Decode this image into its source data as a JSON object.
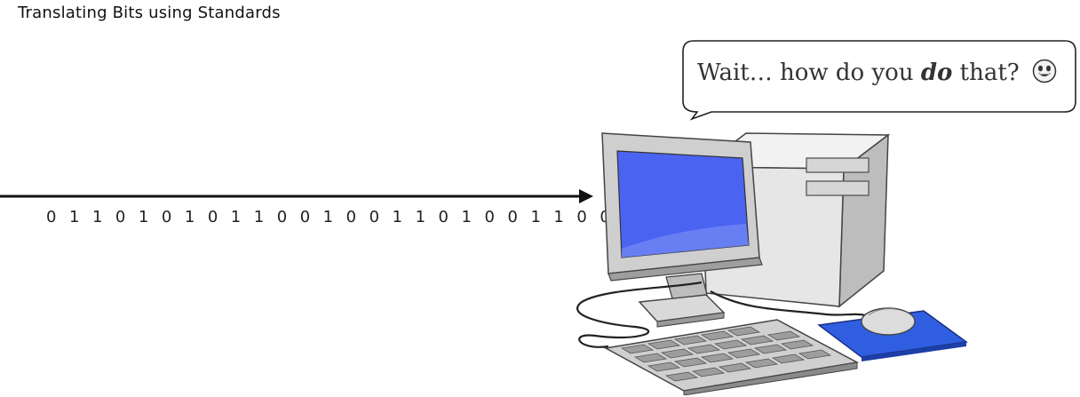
{
  "title": "Translating Bits using Standards",
  "bits": "0 1 1 0 1 0 1 0 1 1 0 0 1 0 0 1 1 0 1 0 0 1 1 0 0 1 0 1",
  "speech": {
    "before": "Wait… how do you ",
    "emphasis": "do",
    "after": " that?"
  },
  "icons": {
    "arrow": "right-arrow-icon",
    "emoji": "grinning-face-icon",
    "computer": "desktop-computer-icon"
  },
  "colors": {
    "screen": "#4a63f0",
    "mousepad": "#2f5fe0",
    "case": "#e9e9e9",
    "ink": "#111111"
  }
}
